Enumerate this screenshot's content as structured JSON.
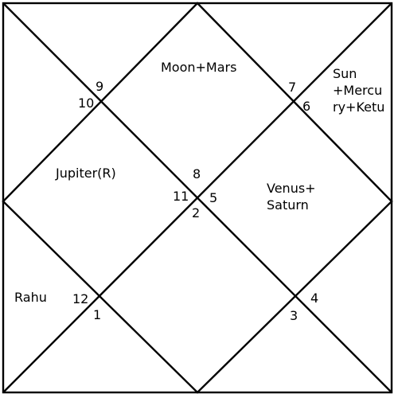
{
  "chart_data": {
    "type": "north-indian-horoscope",
    "house_numbers": {
      "h1": "9",
      "h2": "10",
      "h3": "7",
      "h4": "6",
      "h5": "8",
      "h6": "11",
      "h7": "5",
      "h8": "2",
      "h9": "12",
      "h10": "1",
      "h11": "4",
      "h12": "3"
    },
    "placements": {
      "moon_mars": "Moon+Mars",
      "sun_line1": "Sun",
      "sun_line2": "+Mercu",
      "sun_line3": "ry+Ketu",
      "jupiter": "Jupiter(R)",
      "venus_line1": "Venus+",
      "venus_line2": "Saturn",
      "rahu": "Rahu"
    }
  }
}
